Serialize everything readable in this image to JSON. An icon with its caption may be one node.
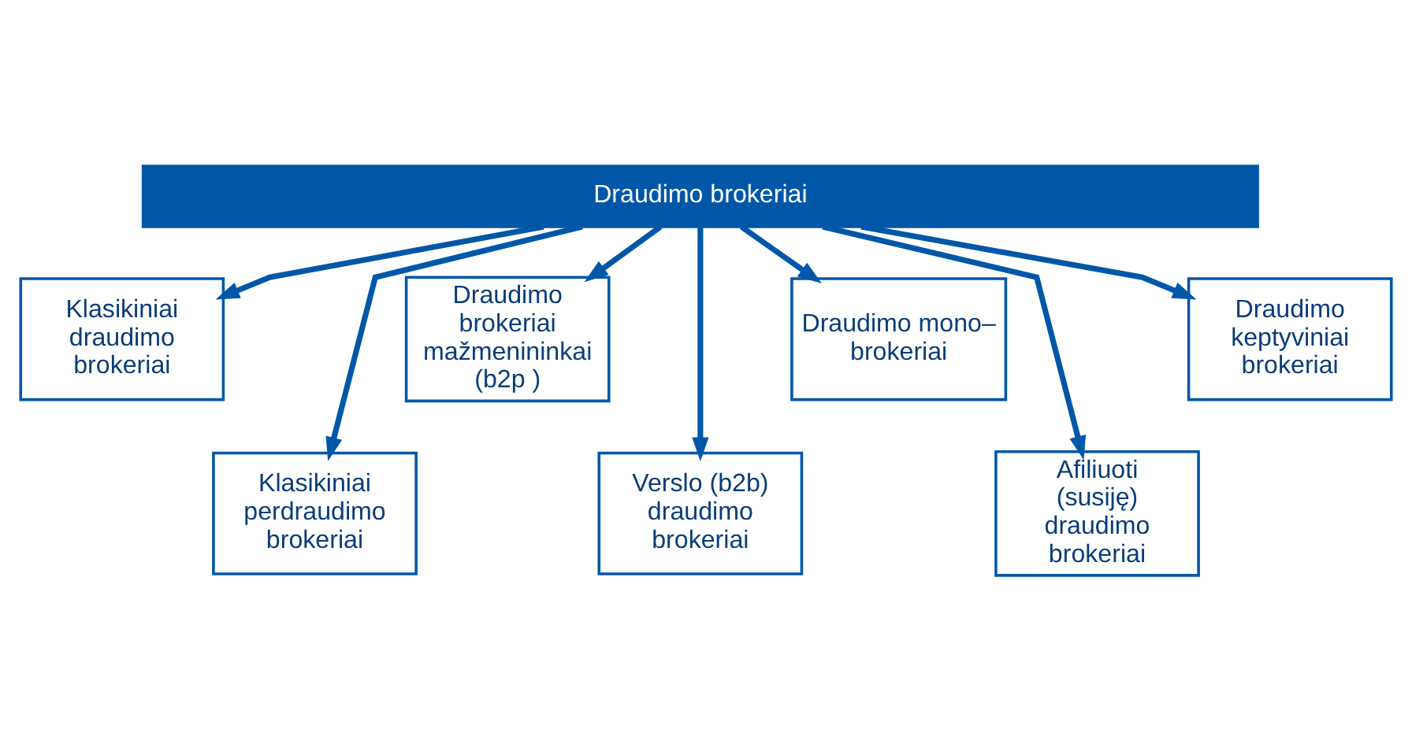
{
  "diagram": {
    "nodes": [
      {
        "text": [
          "Draudimo brokeriai"
        ]
      },
      {
        "text": [
          "Klasikiniai draudimo brokeriai"
        ]
      },
      {
        "text": [
          "Draudimo brokeriai mažmenininkai (b2p )"
        ]
      },
      {
        "text": [
          "Draudimo mono– brokeriai"
        ]
      },
      {
        "text": [
          "Draudimo keptyviniai brokeriai"
        ]
      },
      {
        "text": [
          "Klasikiniai perdraudimo brokeriai"
        ]
      },
      {
        "text": [
          "Verslo (b2b) draudimo brokeriai"
        ]
      },
      {
        "text": [
          "Afiliuoti (susiję) draudimo brokeriai"
        ]
      }
    ],
    "edges": [
      {
        "from": 0,
        "to": 1,
        "arrow": "to"
      },
      {
        "from": 0,
        "to": 5,
        "arrow": "to"
      },
      {
        "from": 0,
        "to": 2,
        "arrow": "to"
      },
      {
        "from": 0,
        "to": 6,
        "arrow": "to"
      },
      {
        "from": 0,
        "to": 3,
        "arrow": "to"
      },
      {
        "from": 0,
        "to": 7,
        "arrow": "to"
      },
      {
        "from": 0,
        "to": 4,
        "arrow": "to"
      }
    ]
  }
}
